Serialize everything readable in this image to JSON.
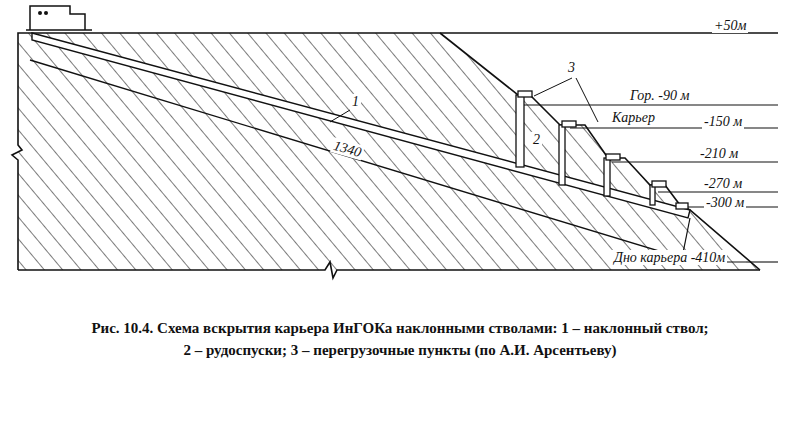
{
  "diagram": {
    "caption": "Рис. 10.4. Схема вскрытия карьера ИнГОКа наклонными стволами: 1 – наклонный ствол; 2 – рудоспуски; 3 – перегрузочные пункты (по А.И. Арсентьеву)",
    "labels": [
      "+50м",
      "3",
      "Гор. -90 м",
      "Карьер",
      "-150 м",
      "2",
      "-210 м",
      "1",
      "1340",
      "-270 м",
      "-300 м",
      "Дно карьера -410м"
    ]
  }
}
